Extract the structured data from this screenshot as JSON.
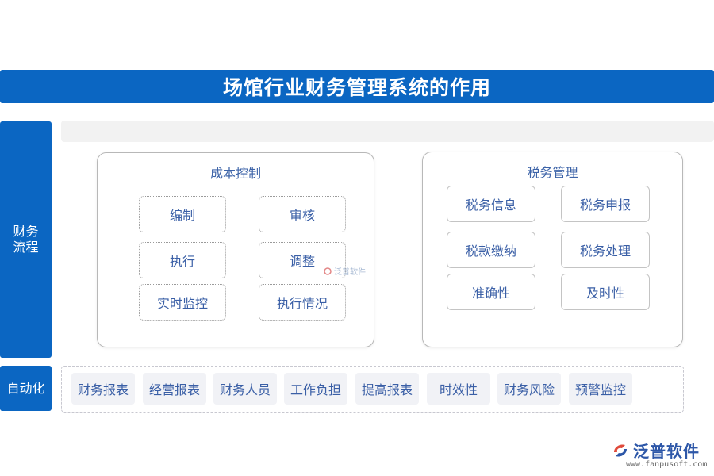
{
  "title": "场馆行业财务管理系统的作用",
  "side_labels": {
    "finance_flow": "财务\n流程",
    "automation": "自动化"
  },
  "cost_control": {
    "title": "成本控制",
    "items": [
      "编制",
      "审核",
      "执行",
      "调整",
      "实时监控",
      "执行情况"
    ]
  },
  "tax_management": {
    "title": "税务管理",
    "items": [
      "税务信息",
      "税务申报",
      "税款缴纳",
      "税务处理",
      "准确性",
      "及时性"
    ]
  },
  "automation_items": [
    "财务报表",
    "经营报表",
    "财务人员",
    "工作负担",
    "提高报表",
    "时效性",
    "财务风险",
    "预警监控"
  ],
  "watermark": {
    "center_text": "泛普软件",
    "logo_text": "泛普软件",
    "logo_url": "www.fanpusoft.com"
  },
  "colors": {
    "primary_blue": "#0b66c2",
    "text_blue": "#3a5fa6",
    "chip_bg": "#f1f2f6"
  }
}
